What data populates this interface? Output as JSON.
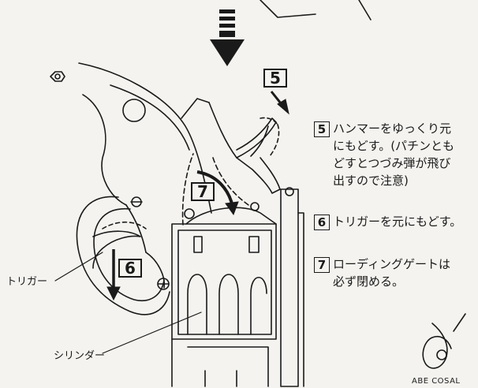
{
  "steps": [
    {
      "num": "5",
      "text": "ハンマーをゆっくり元\nにもどす。(パチンとも\nどすとつづみ弾が飛び\n出すので注意)"
    },
    {
      "num": "6",
      "text": "トリガーを元にもどす。"
    },
    {
      "num": "7",
      "text": "ローディングゲートは\n必ず閉める。"
    }
  ],
  "diagram_numbers": [
    "5",
    "7",
    "6"
  ],
  "callouts": {
    "trigger": "トリガー",
    "cylinder": "シリンダー"
  },
  "logo": {
    "text": "ABE COSAL"
  }
}
